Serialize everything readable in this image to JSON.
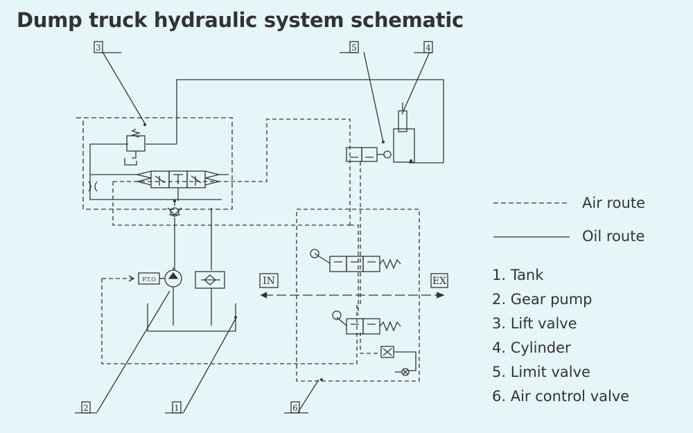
{
  "title": "Dump truck hydraulic system schematic",
  "legend": {
    "air_route": "Air route",
    "oil_route": "Oil route"
  },
  "parts": [
    "1. Tank",
    "2. Gear pump",
    "3. Lift valve",
    "4. Cylinder",
    "5. Limit valve",
    "6. Air control valve"
  ],
  "callouts": {
    "c1": "1",
    "c2": "2",
    "c3": "3",
    "c4": "4",
    "c5": "5",
    "c6": "6"
  },
  "labels": {
    "pto": "P.T.O",
    "in": "IN",
    "ex": "EX"
  }
}
